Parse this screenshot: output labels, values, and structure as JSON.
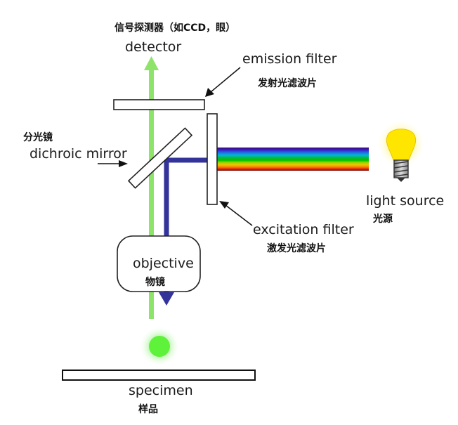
{
  "labels": {
    "detector_zh": "信号探测器（如CCD，眼）",
    "detector_en": "detector",
    "emission_filter_en": "emission filter",
    "emission_filter_zh": "发射光滤波片",
    "dichroic_zh": "分光镜",
    "dichroic_en": "dichroic mirror",
    "light_source_en": "light source",
    "light_source_zh": "光源",
    "excitation_filter_en": "excitation filter",
    "excitation_filter_zh": "激发光滤波片",
    "objective_en": "objective",
    "objective_zh": "物镜",
    "specimen_en": "specimen",
    "specimen_zh": "样品"
  },
  "colors": {
    "emission_light": "#8ee36a",
    "excitation_light": "#33339a",
    "fluorescence_dot": "#5ef23a",
    "bulb": "#ffe600",
    "spectrum": [
      "#3a0a6e",
      "#3d1acb",
      "#1b74e0",
      "#00b7d8",
      "#07b83a",
      "#00c400",
      "#a0d400",
      "#f3c100",
      "#f57a00",
      "#e32000",
      "#6a0b10"
    ]
  }
}
